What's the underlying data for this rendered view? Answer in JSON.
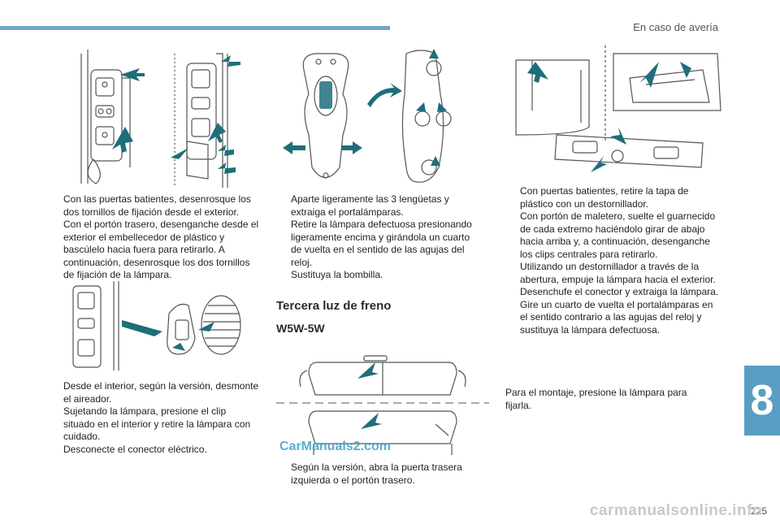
{
  "header": {
    "title": "En caso de avería"
  },
  "chapter_tab": {
    "number": "8"
  },
  "page_number": "225",
  "bullet_marker": "",
  "col1": {
    "bullets_top": [
      "Con las puertas batientes, desenrosque los dos tornillos de fijación desde el exterior.",
      "Con el portón trasero, desenganche desde el exterior el embellecedor de plástico y bascúlelo hacia fuera para retirarlo. A continuación, desenrosque los dos tornillos de fijación de la lámpara."
    ],
    "bullets_bottom": [
      "Desde el interior, según la versión, desmonte el aireador.",
      "Sujetando la lámpara, presione el clip situado en el interior y retire la lámpara con cuidado.",
      "Desconecte el conector eléctrico."
    ]
  },
  "col2": {
    "bullets": [
      "Aparte ligeramente las 3 lengüetas y extraiga el portalámparas.",
      "Retire la lámpara defectuosa presionando ligeramente encima y girándola un cuarto de vuelta en el sentido de las agujas del reloj.",
      "Sustituya la bombilla."
    ],
    "section_title": "Tercera luz de freno",
    "section_sub": "W5W-5W",
    "bullets_bottom": [
      "Según la versión, abra la puerta trasera izquierda o el portón trasero."
    ]
  },
  "col3": {
    "bullets": [
      "Con puertas batientes, retire la tapa de plástico con un destornillador.",
      "Con portón de maletero, suelte el guarnecido de cada extremo haciéndolo girar de abajo hacia arriba y, a continuación, desenganche los clips centrales para retirarlo.",
      "Utilizando un destornillador a través de la abertura, empuje la lámpara hacia el exterior.",
      "Desenchufe el conector y extraiga la lámpara.",
      "Gire un cuarto de vuelta el portalámparas en el sentido contrario a las agujas del reloj y sustituya la lámpara defectuosa."
    ],
    "paragraph": "Para el montaje, presione la lámpara para fijarla."
  },
  "watermarks": {
    "site1": "CarManuals2.com",
    "site2": "carmanualsonline.info"
  },
  "colors": {
    "accent": "#5a9dc2",
    "arrow": "#1f6e7a",
    "line": "#555555"
  }
}
